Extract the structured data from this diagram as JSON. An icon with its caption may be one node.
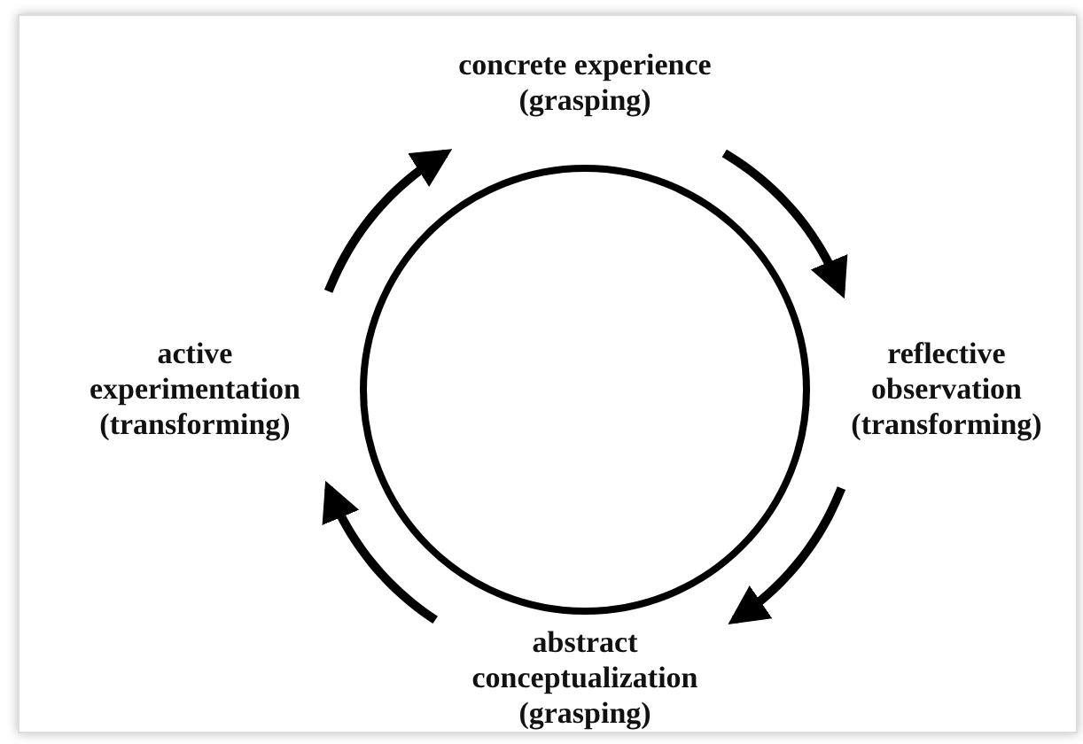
{
  "diagram": {
    "nodes": [
      {
        "text": [
          "concrete experience (grasping)"
        ]
      },
      {
        "text": [
          "reflective observation (transforming)"
        ]
      },
      {
        "text": [
          "abstract conceptualization (grasping)"
        ]
      },
      {
        "text": [
          "active experimentation (transforming)"
        ]
      },
      {
        "text": [],
        "shape": "circle"
      }
    ],
    "edges": [
      {
        "from": 0,
        "to": 1,
        "arrow": "to"
      },
      {
        "from": 1,
        "to": 2,
        "arrow": "to"
      },
      {
        "from": 2,
        "to": 3,
        "arrow": "to"
      },
      {
        "from": 3,
        "to": 0,
        "arrow": "to"
      }
    ]
  }
}
